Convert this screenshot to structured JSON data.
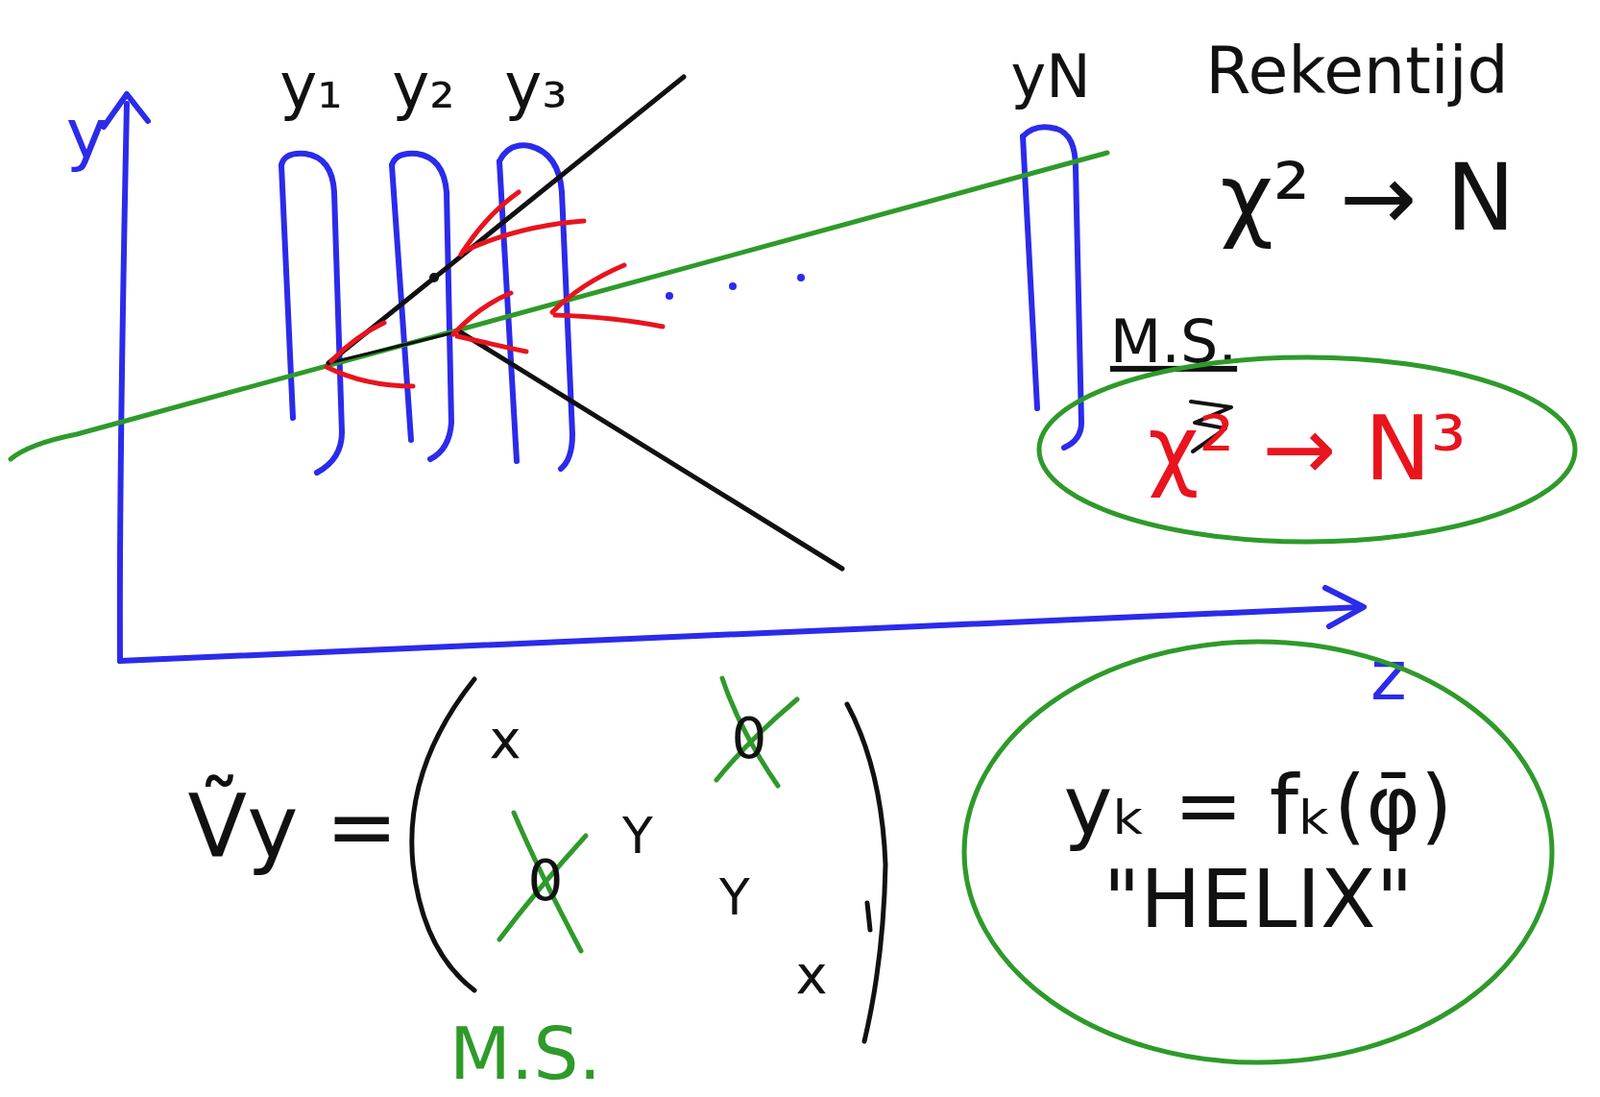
{
  "diagram": {
    "nodes": [
      {
        "text": [
          "χ² → N³"
        ]
      },
      {
        "text": [
          "yₖ = fₖ(φ̄)",
          "\"HELIX\""
        ]
      }
    ],
    "labels": [
      "y",
      "y₁",
      "y₂",
      "y₃",
      "yN",
      "Rekentijd",
      "χ² → N",
      "M.S.",
      "z",
      "Ṽy =",
      "x",
      "0",
      "0",
      "Y",
      "Y",
      "x",
      "M.S."
    ]
  }
}
